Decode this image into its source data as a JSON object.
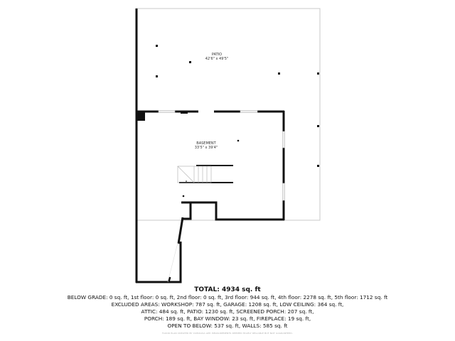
{
  "rooms": [
    {
      "name": "PATIO",
      "dimensions": "42'6\" x 49'5\""
    },
    {
      "name": "BASEMENT",
      "dimensions": "33'5\" x 39'4\""
    }
  ],
  "summary": {
    "total": "TOTAL: 4934 sq. ft",
    "lines": [
      "BELOW GRADE: 0 sq. ft, 1st floor: 0 sq. ft, 2nd floor: 0 sq. ft, 3rd floor: 944 sq. ft, 4th floor: 2278 sq. ft, 5th floor: 1712 sq. ft",
      "EXCLUDED AREAS: WORKSHOP: 787 sq. ft, GARAGE: 1208 sq. ft, LOW CEILING: 364 sq. ft,",
      "ATTIC: 484 sq. ft, PATIO: 1230 sq. ft, SCREENED PORCH: 207 sq. ft,",
      "PORCH: 189 sq. ft, BAY WINDOW: 23 sq. ft, FIREPLACE: 19 sq. ft,",
      "OPEN TO BELOW: 537 sq. ft, WALLS: 585 sq. ft"
    ],
    "credit": "FLOOR PLAN CREATED BY CUBICASA APP. MEASUREMENTS DEEMED HIGHLY RELIABLE BUT NOT GUARANTEED."
  }
}
